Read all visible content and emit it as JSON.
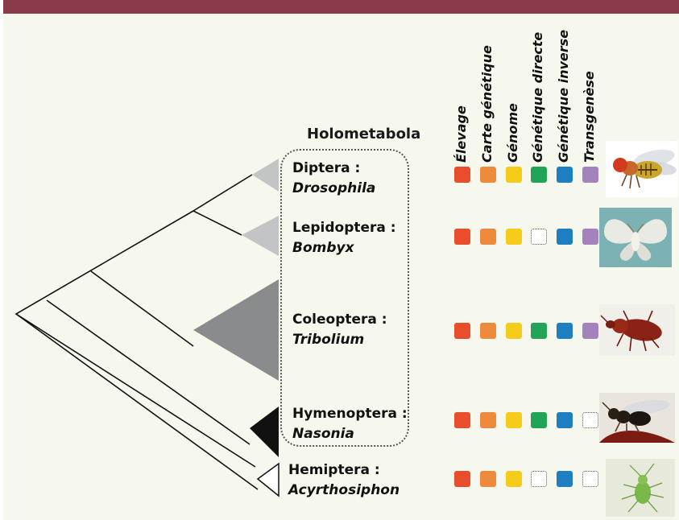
{
  "group_label": "Holometabola",
  "column_headers": [
    "Élevage",
    "Carte génétique",
    "Génome",
    "Génétique directe",
    "Génétique inverse",
    "Transgenèse"
  ],
  "colors": {
    "topbar": "#8a3a48",
    "background": "#f6f8ee",
    "Élevage": "#e84e2c",
    "Carte génétique": "#ee8a3c",
    "Génome": "#f5cc1a",
    "Génétique directe": "#21a455",
    "Génétique inverse": "#1e7fc0",
    "Transgenèse": "#a483bd",
    "clade_light": "#c3c4c5",
    "clade_mid": "#8a8b8d",
    "clade_dark": "#111111",
    "clade_outgroup": "#ffffff"
  },
  "taxa": [
    {
      "order": "Diptera :",
      "genus": "Drosophila",
      "clade_shade": "light",
      "photo": "fruit-fly",
      "tools": [
        true,
        true,
        true,
        true,
        true,
        true
      ]
    },
    {
      "order": "Lepidoptera :",
      "genus": "Bombyx",
      "clade_shade": "light",
      "photo": "silk-moth",
      "tools": [
        true,
        true,
        true,
        false,
        true,
        true
      ]
    },
    {
      "order": "Coleoptera :",
      "genus": "Tribolium",
      "clade_shade": "mid",
      "photo": "flour-beetle",
      "tools": [
        true,
        true,
        true,
        true,
        true,
        true
      ]
    },
    {
      "order": "Hymenoptera :",
      "genus": "Nasonia",
      "clade_shade": "dark",
      "photo": "parasitoid-wasp",
      "tools": [
        true,
        true,
        true,
        true,
        true,
        false
      ]
    },
    {
      "order": "Hemiptera :",
      "genus": "Acyrthosiphon",
      "clade_shade": "outgroup",
      "photo": "pea-aphid",
      "tools": [
        true,
        true,
        true,
        false,
        true,
        false
      ]
    }
  ]
}
